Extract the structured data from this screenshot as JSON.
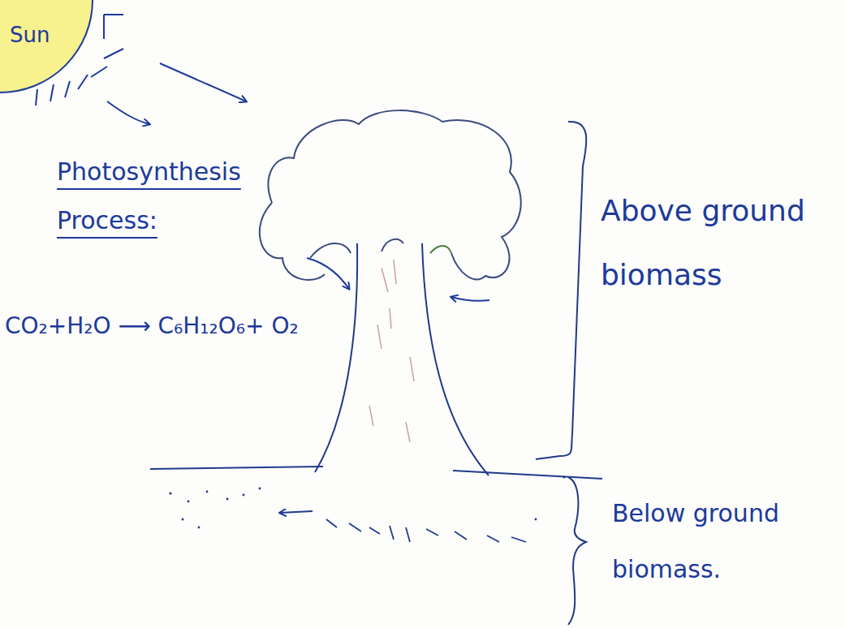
{
  "diagram": {
    "nodes": [
      {
        "text": [
          "Sun"
        ]
      }
    ],
    "labels": [
      "Photosynthesis Process:",
      "CO₂+H₂O ⟶ C₆H₁₂O₆+ O₂",
      "Above ground biomass",
      "Below ground biomass."
    ]
  }
}
